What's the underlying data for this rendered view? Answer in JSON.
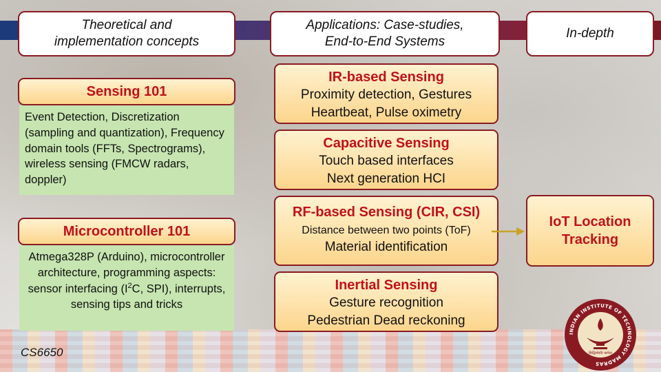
{
  "headers": {
    "theory": "Theoretical and\nimplementation concepts",
    "applications": "Applications: Case-studies,\nEnd-to-End Systems",
    "indepth": "In-depth"
  },
  "sensing101": {
    "title": "Sensing 101",
    "body": "Event Detection, Discretization (sampling and quantization), Frequency domain tools (FFTs, Spectrograms), wireless sensing (FMCW radars, doppler)"
  },
  "micro101": {
    "title": "Microcontroller 101",
    "body_before": "Atmega328P (Arduino), microcontroller architecture, programming aspects: sensor interfacing (I",
    "body_sup": "2",
    "body_after": "C, SPI), interrupts, sensing tips and tricks"
  },
  "apps": [
    {
      "title": "IR-based Sensing",
      "line1": "Proximity detection, Gestures",
      "line2": "Heartbeat, Pulse oximetry"
    },
    {
      "title": "Capacitive Sensing",
      "line1": "Touch based interfaces",
      "line2": "Next generation HCI"
    },
    {
      "title": "RF-based Sensing (CIR, CSI)",
      "line1": "Distance between two points (ToF)",
      "line2": "Material identification"
    },
    {
      "title": "Inertial Sensing",
      "line1": "Gesture recognition",
      "line2": "Pedestrian Dead reckoning"
    }
  ],
  "indepth_box": "IoT Location\nTracking",
  "course_code": "CS6650",
  "logo": {
    "ring_text": "INDIAN INSTITUTE OF TECHNOLOGY MADRAS",
    "motto": "सिद्धिर्भवति कर्मजा"
  },
  "colors": {
    "accent_red": "#c0121a",
    "border": "#8a1a22",
    "green_fill": "#c6e5b0",
    "orange_fill": "#fcd58c",
    "arrow": "#c9a227"
  }
}
